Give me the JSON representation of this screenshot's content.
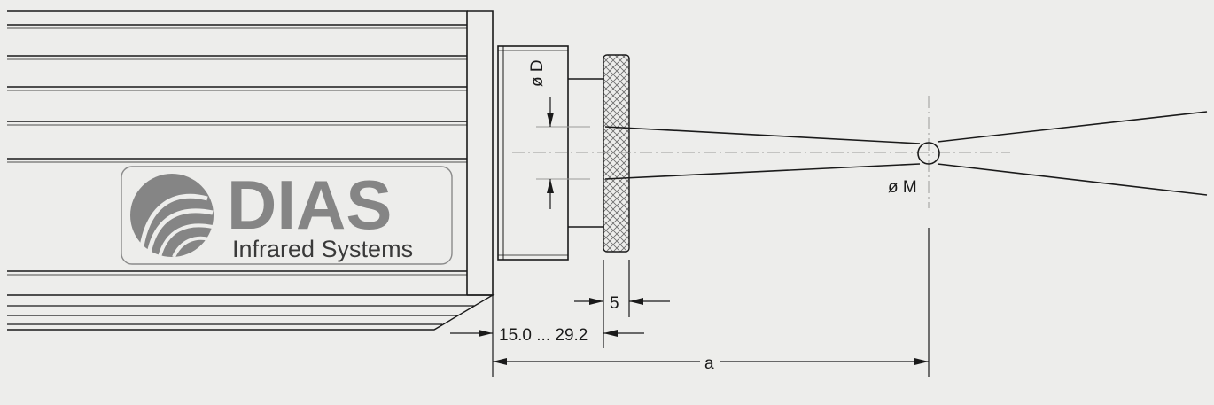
{
  "logo": {
    "brand": "DIAS",
    "tagline": "Infrared Systems"
  },
  "labels": {
    "lens_diameter": "ø D",
    "spot_diameter": "ø M",
    "ring_width": "5",
    "lens_offset": "15.0 ... 29.2",
    "distance": "a"
  }
}
